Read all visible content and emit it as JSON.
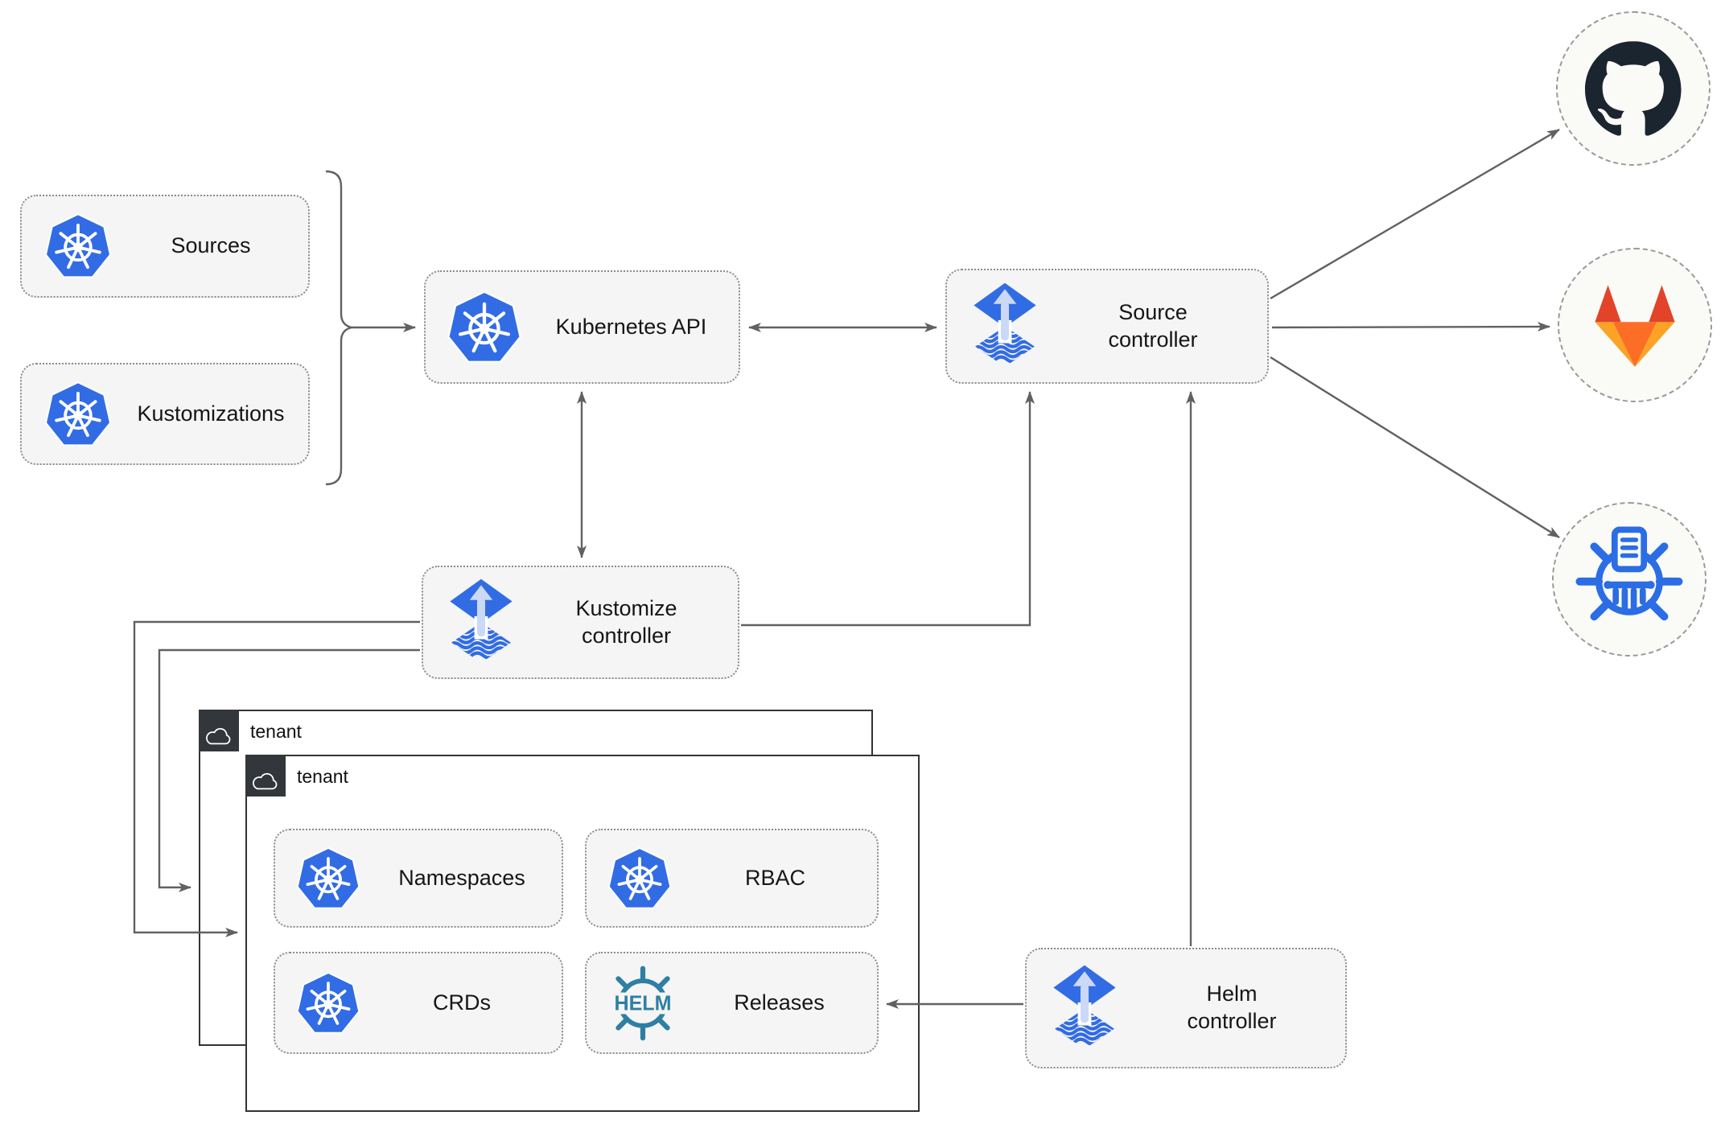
{
  "colors": {
    "kubernetes_blue": "#326CE5",
    "flux_blue": "#316CE4",
    "flux_arrow_light": "#CBD9F7",
    "helm_teal": "#2E7FA3",
    "chartmuseum_blue": "#2B6DE4",
    "github_dark": "#1B2530",
    "gitlab_red_orange": "#E24329",
    "gitlab_orange": "#FC6D26",
    "gitlab_light_orange": "#FCA326",
    "node_fill": "#F5F5F5",
    "connector_gray": "#616161",
    "tenant_tab_dark": "#33373B"
  },
  "nodes": {
    "sources": {
      "label": "Sources",
      "icon": "kubernetes-icon"
    },
    "kustomizations": {
      "label": "Kustomizations",
      "icon": "kubernetes-icon"
    },
    "kubernetes_api": {
      "label": "Kubernetes API",
      "icon": "kubernetes-icon"
    },
    "source_controller": {
      "label": "Source controller",
      "icon": "flux-icon"
    },
    "kustomize_controller": {
      "label": "Kustomize controller",
      "icon": "flux-icon"
    },
    "helm_controller": {
      "label": "Helm controller",
      "icon": "flux-icon"
    },
    "namespaces": {
      "label": "Namespaces",
      "icon": "kubernetes-icon"
    },
    "rbac": {
      "label": "RBAC",
      "icon": "kubernetes-icon"
    },
    "crds": {
      "label": "CRDs",
      "icon": "kubernetes-icon"
    },
    "releases": {
      "label": "Releases",
      "icon": "helm-icon"
    }
  },
  "containers": {
    "back_tenant": {
      "label": "tenant",
      "icon": "cloud-icon"
    },
    "front_tenant": {
      "label": "tenant",
      "icon": "cloud-icon"
    }
  },
  "external": {
    "github": {
      "icon": "github-icon"
    },
    "gitlab": {
      "icon": "gitlab-icon"
    },
    "chartmuseum": {
      "icon": "chartmuseum-helm-repository-icon"
    }
  },
  "helm_logo_text": "HELM"
}
